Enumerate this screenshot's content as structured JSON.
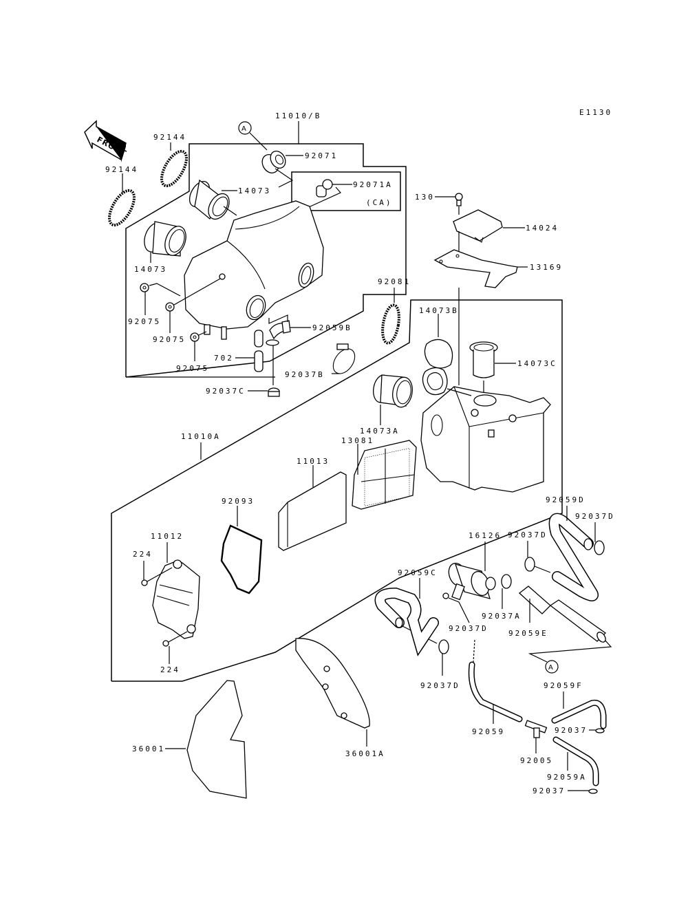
{
  "diagram": {
    "code": "E1130",
    "front_label": "FRONT",
    "ref_marker": "A",
    "variant_note": "(CA)",
    "parts": [
      {
        "id": "p_11010B",
        "number": "11010/B"
      },
      {
        "id": "p_92071",
        "number": "92071"
      },
      {
        "id": "p_92071A",
        "number": "92071A"
      },
      {
        "id": "p_92144a",
        "number": "92144"
      },
      {
        "id": "p_92144b",
        "number": "92144"
      },
      {
        "id": "p_14073a",
        "number": "14073"
      },
      {
        "id": "p_14073b",
        "number": "14073"
      },
      {
        "id": "p_130",
        "number": "130"
      },
      {
        "id": "p_14024",
        "number": "14024"
      },
      {
        "id": "p_13169",
        "number": "13169"
      },
      {
        "id": "p_92075a",
        "number": "92075"
      },
      {
        "id": "p_92075b",
        "number": "92075"
      },
      {
        "id": "p_92075c",
        "number": "92075"
      },
      {
        "id": "p_702",
        "number": "702"
      },
      {
        "id": "p_92059B",
        "number": "92059B"
      },
      {
        "id": "p_92037B",
        "number": "92037B"
      },
      {
        "id": "p_92037C",
        "number": "92037C"
      },
      {
        "id": "p_92081",
        "number": "92081"
      },
      {
        "id": "p_14073B",
        "number": "14073B"
      },
      {
        "id": "p_14073C",
        "number": "14073C"
      },
      {
        "id": "p_14073A",
        "number": "14073A"
      },
      {
        "id": "p_11010A",
        "number": "11010A"
      },
      {
        "id": "p_13081",
        "number": "13081"
      },
      {
        "id": "p_11013",
        "number": "11013"
      },
      {
        "id": "p_92093",
        "number": "92093"
      },
      {
        "id": "p_11012",
        "number": "11012"
      },
      {
        "id": "p_224a",
        "number": "224"
      },
      {
        "id": "p_224b",
        "number": "224"
      },
      {
        "id": "p_92059D",
        "number": "92059D"
      },
      {
        "id": "p_92037D_a",
        "number": "92037D"
      },
      {
        "id": "p_92037D_b",
        "number": "92037D"
      },
      {
        "id": "p_16126",
        "number": "16126"
      },
      {
        "id": "p_92059C",
        "number": "92059C"
      },
      {
        "id": "p_92037A",
        "number": "92037A"
      },
      {
        "id": "p_92037D_c",
        "number": "92037D"
      },
      {
        "id": "p_92059E",
        "number": "92059E"
      },
      {
        "id": "p_92037D_d",
        "number": "92037D"
      },
      {
        "id": "p_92059F",
        "number": "92059F"
      },
      {
        "id": "p_92059",
        "number": "92059"
      },
      {
        "id": "p_92037a",
        "number": "92037"
      },
      {
        "id": "p_92005",
        "number": "92005"
      },
      {
        "id": "p_92059A",
        "number": "92059A"
      },
      {
        "id": "p_92037b",
        "number": "92037"
      },
      {
        "id": "p_36001",
        "number": "36001"
      },
      {
        "id": "p_36001A",
        "number": "36001A"
      }
    ]
  }
}
